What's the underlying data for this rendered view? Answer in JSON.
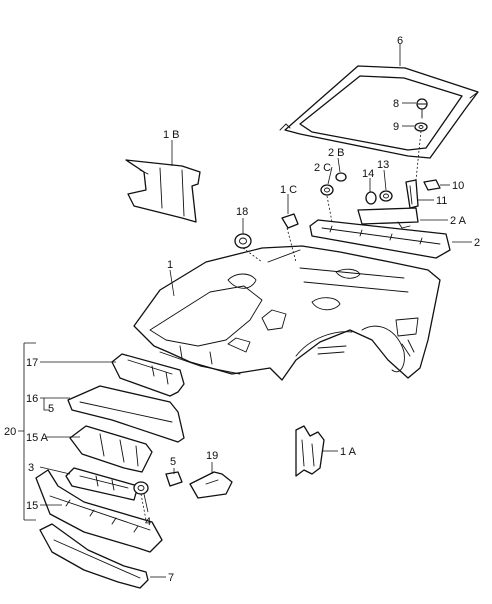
{
  "callouts": {
    "p6": "6",
    "p8": "8",
    "p9": "9",
    "p1B": "1 B",
    "p2B": "2 B",
    "p2C": "2 C",
    "p1C": "1 C",
    "p13": "13",
    "p14": "14",
    "p10": "10",
    "p11": "11",
    "p2A": "2 A",
    "p2": "2",
    "p18": "18",
    "p1": "1",
    "p17": "17",
    "p16": "16",
    "p5a": "5",
    "p20": "20",
    "p15A": "15 A",
    "p3": "3",
    "p15": "15",
    "p4": "4",
    "p5b": "5",
    "p19": "19",
    "p1A": "1 A",
    "p7": "7"
  }
}
